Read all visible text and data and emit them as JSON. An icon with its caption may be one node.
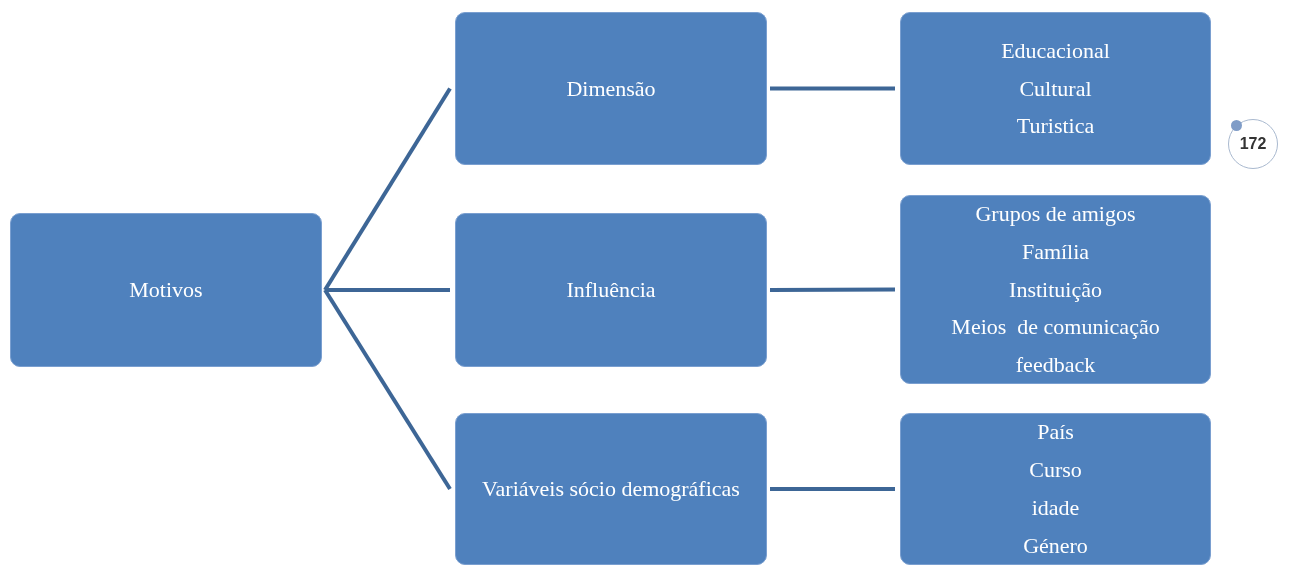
{
  "diagram": {
    "nodes": [
      {
        "text": [
          "Motivos"
        ]
      },
      {
        "text": [
          "Dimensão"
        ]
      },
      {
        "text": [
          "Influência"
        ]
      },
      {
        "text": [
          "Variáveis sócio demográficas"
        ]
      },
      {
        "text": [
          "Educacional",
          "Cultural",
          "Turistica"
        ]
      },
      {
        "text": [
          "Grupos de amigos",
          "Família",
          "Instituição",
          "Meios  de comunicação",
          "feedback"
        ]
      },
      {
        "text": [
          "País",
          "Curso",
          "idade",
          "Género"
        ]
      }
    ],
    "edges": [
      {
        "from": 0,
        "to": 1,
        "arrow": "none"
      },
      {
        "from": 0,
        "to": 2,
        "arrow": "none"
      },
      {
        "from": 0,
        "to": 3,
        "arrow": "none"
      },
      {
        "from": 1,
        "to": 4,
        "arrow": "none"
      },
      {
        "from": 2,
        "to": 5,
        "arrow": "none"
      },
      {
        "from": 3,
        "to": 6,
        "arrow": "none"
      }
    ],
    "labels": [
      "172"
    ]
  }
}
